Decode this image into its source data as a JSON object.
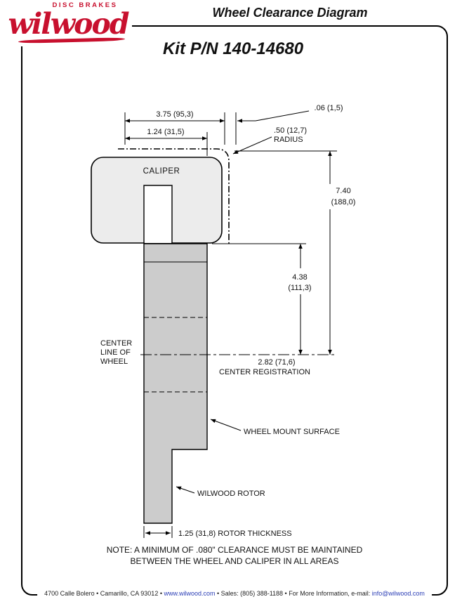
{
  "header": {
    "brand_top": "DISC BRAKES",
    "brand_script": "wilwood",
    "title": "Wheel Clearance Diagram",
    "kit_number": "Kit P/N 140-14680"
  },
  "diagram": {
    "dim_width_outer": "3.75 (95,3)",
    "dim_width_inner": "1.24 (31,5)",
    "dim_gap": ".06 (1,5)",
    "dim_radius_line1": ".50 (12,7)",
    "dim_radius_line2": "RADIUS",
    "caliper_label": "CALIPER",
    "dim_depth_line1": "7.40",
    "dim_depth_line2": "(188,0)",
    "dim_face_line1": "4.38",
    "dim_face_line2": "(111,3)",
    "centerline_line1": "CENTER",
    "centerline_line2": "LINE OF",
    "centerline_line3": "WHEEL",
    "dim_registration": "2.82 (71,6)",
    "registration_label": "CENTER REGISTRATION",
    "wheel_mount_label": "WHEEL MOUNT SURFACE",
    "rotor_label": "WILWOOD ROTOR",
    "rotor_thickness_label": "1.25 (31,8) ROTOR THICKNESS",
    "note_line1": "NOTE: A MINIMUM OF .080\" CLEARANCE MUST BE MAINTAINED",
    "note_line2": "BETWEEN THE WHEEL AND CALIPER IN ALL AREAS"
  },
  "footer": {
    "address": "4700 Calle Bolero • Camarillo, CA 93012 • ",
    "website": "www.wilwood.com",
    "middle": " • Sales: (805) 388-1188 • For More Information, e-mail: ",
    "email": "info@wilwood.com"
  },
  "colors": {
    "brand_red": "#c8102e",
    "link_blue": "#2a3db5",
    "rotor_gray": "#cccccc",
    "caliper_gray": "#ececec"
  }
}
